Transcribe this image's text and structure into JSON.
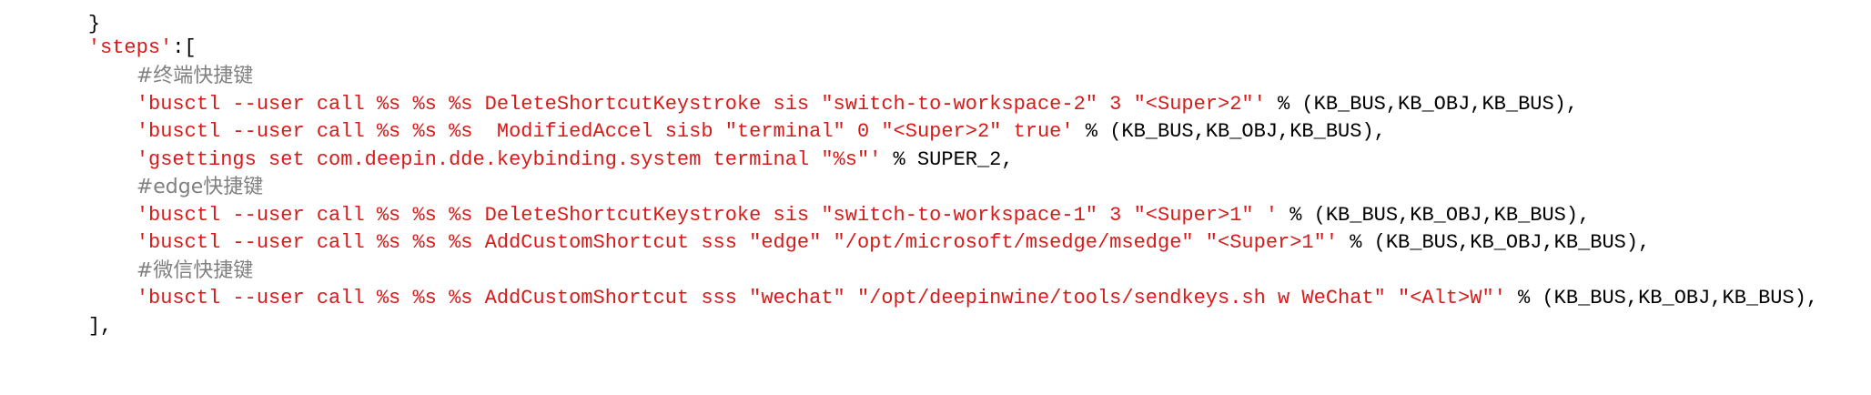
{
  "colors": {
    "string": "#d71a1a",
    "comment": "#808080",
    "plain": "#000000",
    "background": "#ffffff"
  },
  "code": {
    "top_fragment": "}",
    "steps_key": "'steps'",
    "steps_open": ":[",
    "lines": [
      {
        "type": "comment",
        "text": "#终端快捷键"
      },
      {
        "type": "code",
        "str": "'busctl --user call %s %s %s DeleteShortcutKeystroke sis \"switch-to-workspace-2\" 3 \"<Super>2\"'",
        "rest": " % (KB_BUS,KB_OBJ,KB_BUS),"
      },
      {
        "type": "code",
        "str": "'busctl --user call %s %s %s  ModifiedAccel sisb \"terminal\" 0 \"<Super>2\" true'",
        "rest": " % (KB_BUS,KB_OBJ,KB_BUS),"
      },
      {
        "type": "code",
        "str": "'gsettings set com.deepin.dde.keybinding.system terminal \"%s\"'",
        "rest": " % SUPER_2,"
      },
      {
        "type": "comment",
        "text": "#edge快捷键"
      },
      {
        "type": "code",
        "str": "'busctl --user call %s %s %s DeleteShortcutKeystroke sis \"switch-to-workspace-1\" 3 \"<Super>1\" '",
        "rest": " % (KB_BUS,KB_OBJ,KB_BUS),"
      },
      {
        "type": "code",
        "str": "'busctl --user call %s %s %s AddCustomShortcut sss \"edge\" \"/opt/microsoft/msedge/msedge\" \"<Super>1\"'",
        "rest": " % (KB_BUS,KB_OBJ,KB_BUS),"
      },
      {
        "type": "comment",
        "text": "#微信快捷键"
      },
      {
        "type": "code",
        "str": "'busctl --user call %s %s %s AddCustomShortcut sss \"wechat\" \"/opt/deepinwine/tools/sendkeys.sh w WeChat\" \"<Alt>W\"'",
        "rest": " % (KB_BUS,KB_OBJ,KB_BUS),"
      }
    ],
    "closing": "],"
  }
}
